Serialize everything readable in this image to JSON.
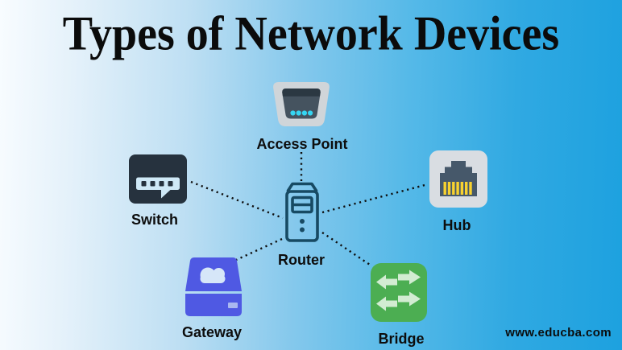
{
  "title": "Types of Network Devices",
  "watermark": "www.educba.com",
  "palette": {
    "background_left": "#f8fcff",
    "background_right": "#1da1df",
    "title_color": "#0b0b0b",
    "label_color": "#0d0d0d",
    "connector_line_color": "#0e0e0e",
    "dark_slate": "#26323e",
    "device_light_gray": "#d2d7db",
    "status_dots_cyan": "#35d6f2",
    "hub_port_slate": "#46586a",
    "hub_pins_yellow": "#f8d22f",
    "router_outline_navy": "#174a63",
    "gateway_indigo": "#4f59e3",
    "gateway_cloud": "#d6e6f8",
    "bridge_green": "#4cae52",
    "bridge_arrows": "#d2ecd2",
    "switch_bubble": "#cfe9f7"
  },
  "diagram": {
    "center_node": "Router",
    "nodes": [
      {
        "id": "access-point",
        "label": "Access Point",
        "icon": "wireless-access-point-icon"
      },
      {
        "id": "switch",
        "label": "Switch",
        "icon": "switch-chat-ports-icon"
      },
      {
        "id": "hub",
        "label": "Hub",
        "icon": "ethernet-port-icon"
      },
      {
        "id": "router",
        "label": "Router",
        "icon": "server-tower-outline-icon"
      },
      {
        "id": "gateway",
        "label": "Gateway",
        "icon": "cloud-drive-icon"
      },
      {
        "id": "bridge",
        "label": "Bridge",
        "icon": "bidirectional-arrows-icon"
      }
    ],
    "edges": [
      {
        "from": "router",
        "to": "access-point",
        "style": "dotted"
      },
      {
        "from": "router",
        "to": "switch",
        "style": "dotted"
      },
      {
        "from": "router",
        "to": "hub",
        "style": "dotted"
      },
      {
        "from": "router",
        "to": "gateway",
        "style": "dotted"
      },
      {
        "from": "router",
        "to": "bridge",
        "style": "dotted"
      }
    ]
  }
}
